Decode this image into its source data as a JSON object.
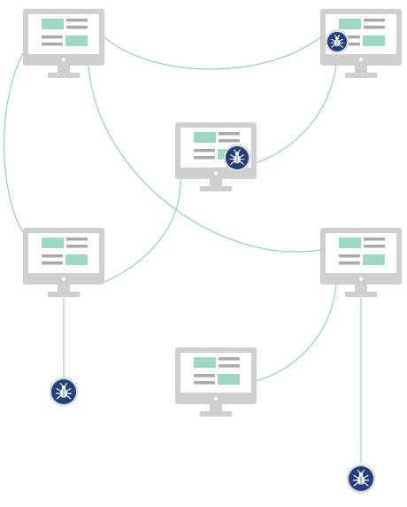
{
  "colors": {
    "monitor": "#cfcfcf",
    "screen": "#ffffff",
    "accent": "#9dd9c1",
    "bar": "#a9a9a9",
    "link": "#8fd1bd",
    "bug_fill": "#23407a",
    "bug_ring": "#dcdcdc"
  },
  "computers": [
    {
      "id": "pc-top-left",
      "infected": false
    },
    {
      "id": "pc-top-right",
      "infected": true
    },
    {
      "id": "pc-center",
      "infected": true
    },
    {
      "id": "pc-mid-left",
      "infected": false
    },
    {
      "id": "pc-mid-right",
      "infected": false
    },
    {
      "id": "pc-bottom-center",
      "infected": false
    }
  ],
  "connections": [
    {
      "from": "pc-top-left",
      "to": "pc-top-right"
    },
    {
      "from": "pc-top-left",
      "to": "pc-mid-left"
    },
    {
      "from": "pc-top-left",
      "to": "pc-mid-right"
    },
    {
      "from": "pc-top-right",
      "to": "pc-center"
    },
    {
      "from": "pc-center",
      "to": "pc-mid-left"
    },
    {
      "from": "pc-mid-right",
      "to": "pc-bottom-center"
    },
    {
      "from": "pc-mid-left",
      "to": "bug-node-left"
    },
    {
      "from": "pc-mid-right",
      "to": "bug-node-right"
    }
  ],
  "bug_nodes": [
    {
      "id": "bug-node-left",
      "icon": "bug-icon"
    },
    {
      "id": "bug-node-right",
      "icon": "bug-icon"
    }
  ]
}
